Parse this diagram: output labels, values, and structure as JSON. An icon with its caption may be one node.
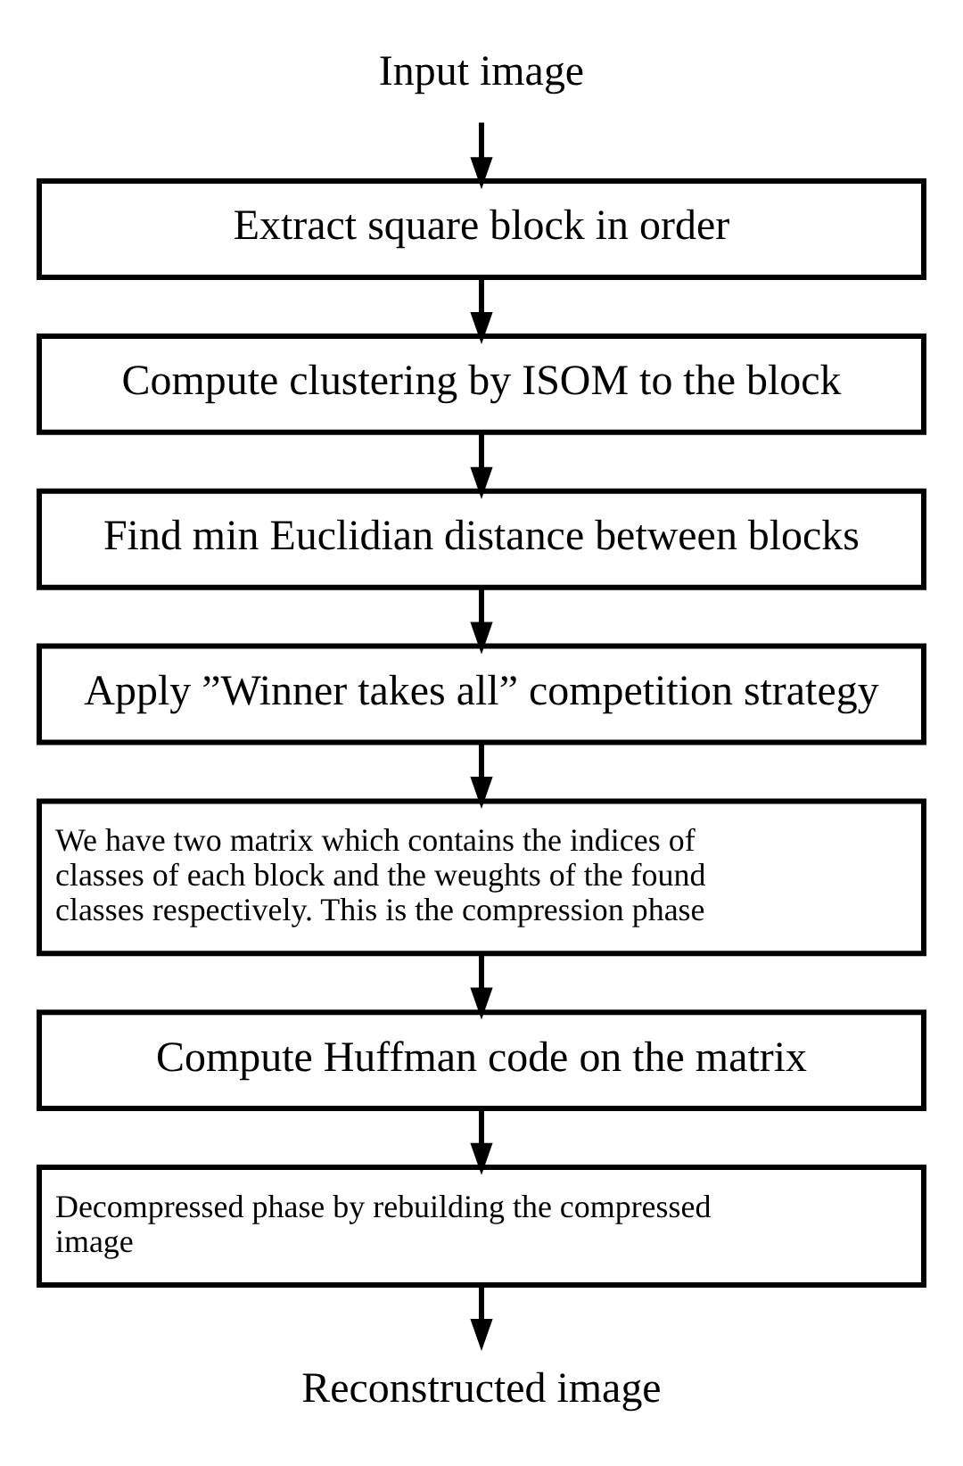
{
  "diagram": {
    "nodes": [
      {
        "text": [
          "Input image"
        ]
      },
      {
        "text": [
          "Extract square block in order"
        ]
      },
      {
        "text": [
          "Compute clustering by ISOM to the block"
        ]
      },
      {
        "text": [
          "Find min Euclidian distance between blocks"
        ]
      },
      {
        "text": [
          "Apply ”Winner takes all” competition strategy"
        ]
      },
      {
        "text": [
          "We have two matrix which contains the indices of classes of each block and the weughts of the found classes respectively. This is the compression phase"
        ]
      },
      {
        "text": [
          "Compute Huffman code on the matrix"
        ]
      },
      {
        "text": [
          "Decompressed phase by rebuilding the compressed image"
        ]
      },
      {
        "text": [
          "Reconstructed image"
        ]
      }
    ],
    "edges": [
      {
        "from": 0,
        "to": 1,
        "arrow": "to"
      },
      {
        "from": 1,
        "to": 2,
        "arrow": "to"
      },
      {
        "from": 2,
        "to": 3,
        "arrow": "to"
      },
      {
        "from": 3,
        "to": 4,
        "arrow": "to"
      },
      {
        "from": 4,
        "to": 5,
        "arrow": "to"
      },
      {
        "from": 5,
        "to": 6,
        "arrow": "to"
      },
      {
        "from": 6,
        "to": 7,
        "arrow": "to"
      },
      {
        "from": 7,
        "to": 8,
        "arrow": "to"
      }
    ]
  }
}
